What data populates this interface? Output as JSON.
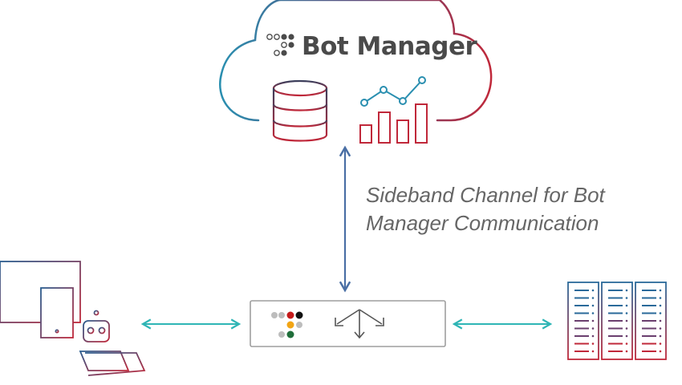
{
  "cloud": {
    "brand": "Bot Manager",
    "icons": [
      "bot-manager-logo-dots",
      "database-icon",
      "analytics-chart-icon"
    ]
  },
  "sideband": {
    "line1": "Sideband Channel for Bot",
    "line2": "Manager Communication"
  },
  "components": {
    "clients": [
      "desktop-monitor-icon",
      "tablet-icon",
      "robot-icon",
      "laptop-icon"
    ],
    "appliance": [
      "status-dots",
      "load-balancer-arrows-icon"
    ],
    "servers": [
      "server-rack-icon",
      "server-rack-icon",
      "server-rack-icon"
    ]
  },
  "colors": {
    "cloud_gradient": [
      "#2a8fb0",
      "#5b4e7e",
      "#c0283a"
    ],
    "arrow_vertical": "#4a6fa5",
    "arrow_horizontal": "#2fb5b5",
    "text": "#666666",
    "brand_text": "#4a4a4a",
    "dot_red": "#c41a1a",
    "dot_black": "#111111",
    "dot_orange": "#f2a515",
    "dot_green": "#1f6e3a",
    "dot_grey": "#bdbdbd"
  }
}
